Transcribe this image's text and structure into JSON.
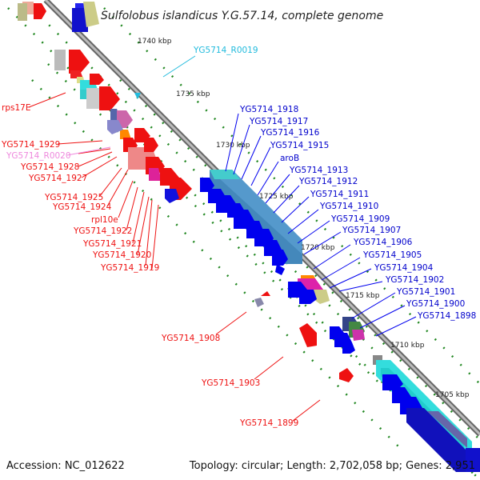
{
  "title": "Sulfolobus islandicus Y.G.57.14, complete genome",
  "accession": "Accession: NC_012622",
  "topology": "Topology: circular; Length: 2,702,058 bp; Genes: 2,951",
  "ticks": [
    "1740 kbp",
    "1735 kbp",
    "1730 kbp",
    "1725 kbp",
    "1720 kbp",
    "1715 kbp",
    "1710 kbp",
    "1705 kbp"
  ],
  "colors": {
    "forward_gene": "#0000ee",
    "reverse_gene": "#ee0000",
    "rna": "#22bbdd",
    "rna_alt": "#ee88dd",
    "backbone": "#777777",
    "ticks": "#228822"
  },
  "labels": {
    "R0019": "YG5714_R0019",
    "rps17E": "rps17E",
    "g1929": "YG5714_1929",
    "R0020": "YG5714_R0020",
    "g1928": "YG5714_1928",
    "g1927": "YG5714_1927",
    "g1925": "YG5714_1925",
    "g1924": "YG5714_1924",
    "rpl10e": "rpl10e",
    "g1922": "YG5714_1922",
    "g1921": "YG5714_1921",
    "g1920": "YG5714_1920",
    "g1919": "YG5714_1919",
    "g1908": "YG5714_1908",
    "g1903": "YG5714_1903",
    "g1899": "YG5714_1899",
    "g1918": "YG5714_1918",
    "g1917": "YG5714_1917",
    "g1916": "YG5714_1916",
    "g1915": "YG5714_1915",
    "aroB": "aroB",
    "g1913": "YG5714_1913",
    "g1912": "YG5714_1912",
    "g1911": "YG5714_1911",
    "g1910": "YG5714_1910",
    "g1909": "YG5714_1909",
    "g1907": "YG5714_1907",
    "g1906": "YG5714_1906",
    "g1905": "YG5714_1905",
    "g1904": "YG5714_1904",
    "g1902": "YG5714_1902",
    "g1901": "YG5714_1901",
    "g1900": "YG5714_1900",
    "g1898": "YG5714_1898"
  }
}
